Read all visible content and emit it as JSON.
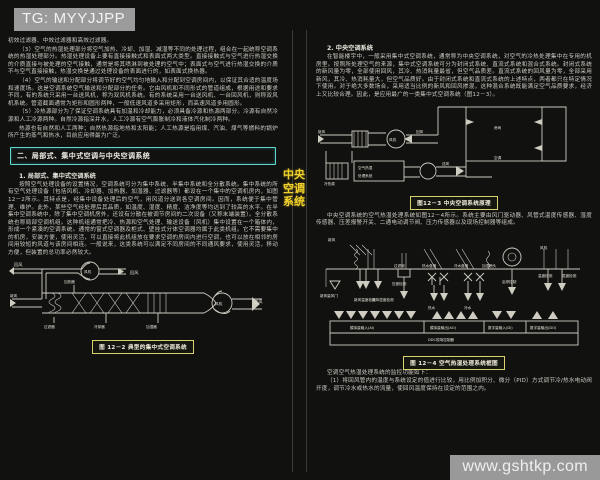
{
  "page": {
    "background_color": "#111110",
    "text_color": "#cfccc3",
    "spine_title": "中央空调系统",
    "accent_cyan": "#5fd9cf",
    "accent_yellow": "#d8d36a",
    "spine_color": "#f2d22a"
  },
  "watermarks": {
    "top": "TG: MYYJJPP",
    "bottom": "www.gshtkp.com"
  },
  "left_column": {
    "paragraphs": [
      "初效过滤器、中效过滤器和高效过滤器。",
      "（3）空气的热湿处理部分将空气加热、冷却、加湿、减湿等不同的处理过程，组合在一起统称空调系统的热湿处理部分。热湿处理设备上要有直接接触式和表面式两大类型。直接接触式与空气进行热湿交换的介质直接与被处理的空气接触，通常是将其喷淋到被处理的空气中；表面式与空气进行热湿交换的介质不与空气直接接触，热湿交换是通过处理设备的表面进行的，如表面式换热器。",
      "（4）空气的输送和分配部分将调节好的空气均匀地输入和分配到空调房间内，以保证其合适的温度场和速度场。这是空调系统空气输送和分配部分的任务。它由风机和不同形式的管道组成，根据用途和要求不同，有的系统只采用一台送风机，称为双风机系统。有的系统采用一台送风机、一台回风机，则称双风机系统。管道截面通常为矩形和圆形两种，一般低速风道多采用矩形，而高速风道多用圆形。",
      "（5）冷热源部分为了保证空调系统具有加温和冷却能力，必须具备冷源和热源两部分。冷源有自然冷源和人工冷源两种。自然冷源指深井水，人工冷源有空气膨胀制冷和液体汽化制冷两种。",
      "热源也有自然和人工两种；自然热源指地热和太阳能；人工热源是指用煤、汽油、煤气等燃料的锅炉所产生的蒸气和热水，目前应用得最为广泛。"
    ],
    "section_header": "二、局部式、集中式空调与中央空调系统",
    "subheading": "1. 局部式、集中式空调系统",
    "paragraphs2": [
      "按照空气处理设备的设置情况，空调系统可分为集中系统、半集中系统和全分散系统。集中系统的所有空气处理设备（包括风机、冷却器、加热器、加湿器、过滤器等）都设在一个集中的空调机房内，如图12－2所示。其特点是，经集中设备处理后的空气，用风道分送到各空调房间。因而，系统便于集中管理、维护。此外，某些空气经处理后其品质，如温度、湿度、精度、洁净度等均达到了较高的水平。在半集中空调系统中，除了集中空调机房外，还设有分散在被调节房间的二次设备（又称末端装置）。全分散系统也称局部空调机组。这种机组通常把冷、热源和空气处理、输送设备（风机）集中设置在一个箱体内，形成一个紧凑的空调系统。通常的窗式空调器及柜式、壁挂式分体空调器均属于此类机组。它不需要集中的机房，安装方便，使用灵活，可以直接将此机组放在要求空调的房间内进行空调，也可以放在相邻的房间用较短的风道与该房间相连。一般说来，这类系统可以满足不同房间的不同通风要求，使用灵活，移动方便，但装置的总功率必然较大。"
    ],
    "figure": {
      "caption": "图 12－2  典型的集中式空调系统",
      "labels": [
        "回风",
        "新风",
        "过滤器",
        "冷却器",
        "加湿器",
        "加热器",
        "风机",
        "送风"
      ]
    }
  },
  "right_column": {
    "subheading": "2. 中央空调系统",
    "paragraphs": [
      "在智能楼宇中，一般采用集中式空调系统，通常称为中央空调系统，对空气的冷热处理集中在专用的机房里。按照所处理空气的来源，集中式空调系统可分为封闭式系统、直流式系统和混合式系统。封闭式系统的新风量为零，全部使用回风，其冷、热消耗量最省，但空气品质差。直流式系统的回风量为零，全部采用新风，其冷、热消耗量大，但空气品质好。由于封闭式系统和直流式系统的上述特点，两者都只在特定情况下使用。对于绝大多数场合，采用适当比例的新风和回风掺混，这种混合系统既能满足空气品质要求，经济上又比较合理。因此，是应用最广的一类集中式空调系统（图12－3）。"
    ],
    "figure1": {
      "caption": "图12－3  中央空调系统原理",
      "labels": [
        "新风",
        "风机",
        "回风",
        "空气热湿处理系统",
        "送风",
        "房间",
        "冷热源",
        "空调"
      ]
    },
    "paragraphs2": [
      "中央空调系统的空气热湿处理系统如图12－4所示。系统主要由风门驱动器、风管式温度传感器、湿度传感器、压差报警开关、二通电动调节阀、压力传感器以及现场控制器等组成。"
    ],
    "figure2": {
      "caption": "图 12－4   空气热湿处理系统框图",
      "labels": [
        "新风",
        "回风",
        "送风",
        "新风量风门",
        "新风温度检测",
        "新风湿度检测",
        "过滤网",
        "热水盘管",
        "冷水盘管",
        "加湿喷头",
        "压差检测",
        "热水",
        "冷水",
        "风机",
        "温度检测",
        "湿度检测",
        "程序控制",
        "模拟量输入(AI)",
        "模拟量输出(AO)",
        "数字量输入(DI)",
        "数字量输出(DO)",
        "DDC现场控制器"
      ]
    },
    "paragraphs3": [
      "空调空气热湿处理系统的监控功能如下：",
      "（1）将回风管内的温度与系统设定的值进行比较，用比例加积分、微分（PID）方式调节冷/热水电动阀开度，调节冷水或热水的流量，使回风温度保持在设定的范围之内。"
    ]
  }
}
